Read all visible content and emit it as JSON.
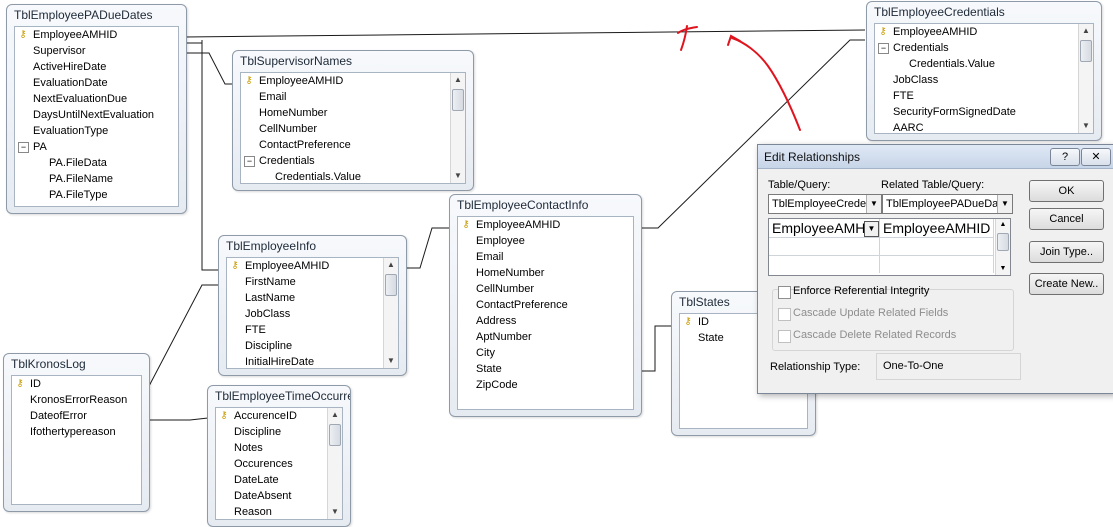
{
  "tables": [
    {
      "id": "pa",
      "title": "TblEmployeePADueDates",
      "fields": [
        {
          "name": "EmployeeAMHID",
          "key": true
        },
        {
          "name": "Supervisor"
        },
        {
          "name": "ActiveHireDate"
        },
        {
          "name": "EvaluationDate"
        },
        {
          "name": "NextEvaluationDue"
        },
        {
          "name": "DaysUntilNextEvaluation"
        },
        {
          "name": "EvaluationType"
        },
        {
          "name": "PA",
          "toggle": "−"
        },
        {
          "name": "PA.FileData",
          "level": 2
        },
        {
          "name": "PA.FileName",
          "level": 2
        },
        {
          "name": "PA.FileType",
          "level": 2
        }
      ]
    },
    {
      "id": "sup",
      "title": "TblSupervisorNames",
      "fields": [
        {
          "name": "EmployeeAMHID",
          "key": true
        },
        {
          "name": "Email"
        },
        {
          "name": "HomeNumber"
        },
        {
          "name": "CellNumber"
        },
        {
          "name": "ContactPreference"
        },
        {
          "name": "Credentials",
          "toggle": "−"
        },
        {
          "name": "Credentials.Value",
          "level": 2
        }
      ]
    },
    {
      "id": "cred",
      "title": "TblEmployeeCredentials",
      "fields": [
        {
          "name": "EmployeeAMHID",
          "key": true
        },
        {
          "name": "Credentials",
          "toggle": "−"
        },
        {
          "name": "Credentials.Value",
          "level": 2
        },
        {
          "name": "JobClass"
        },
        {
          "name": "FTE"
        },
        {
          "name": "SecurityFormSignedDate"
        },
        {
          "name": "AARC"
        }
      ]
    },
    {
      "id": "info",
      "title": "TblEmployeeInfo",
      "fields": [
        {
          "name": "EmployeeAMHID",
          "key": true
        },
        {
          "name": "FirstName"
        },
        {
          "name": "LastName"
        },
        {
          "name": "JobClass"
        },
        {
          "name": "FTE"
        },
        {
          "name": "Discipline"
        },
        {
          "name": "InitialHireDate"
        }
      ]
    },
    {
      "id": "contact",
      "title": "TblEmployeeContactInfo",
      "fields": [
        {
          "name": "EmployeeAMHID",
          "key": true
        },
        {
          "name": "Employee"
        },
        {
          "name": "Email"
        },
        {
          "name": "HomeNumber"
        },
        {
          "name": "CellNumber"
        },
        {
          "name": "ContactPreference"
        },
        {
          "name": "Address"
        },
        {
          "name": "AptNumber"
        },
        {
          "name": "City"
        },
        {
          "name": "State"
        },
        {
          "name": "ZipCode"
        }
      ]
    },
    {
      "id": "states",
      "title": "TblStates",
      "fields": [
        {
          "name": "ID",
          "key": true
        },
        {
          "name": "State"
        }
      ]
    },
    {
      "id": "kronos",
      "title": "TblKronosLog",
      "fields": [
        {
          "name": "ID",
          "key": true
        },
        {
          "name": "KronosErrorReason"
        },
        {
          "name": "DateofError"
        },
        {
          "name": "Ifothertypereason"
        }
      ]
    },
    {
      "id": "time",
      "title": "TblEmployeeTimeOccurrences",
      "fields": [
        {
          "name": "AccurenceID",
          "key": true
        },
        {
          "name": "Discipline"
        },
        {
          "name": "Notes"
        },
        {
          "name": "Occurences"
        },
        {
          "name": "DateLate"
        },
        {
          "name": "DateAbsent"
        },
        {
          "name": "Reason"
        }
      ]
    }
  ],
  "dialog": {
    "title": "Edit Relationships",
    "help_label": "?",
    "close_label": "✕",
    "table_query_label": "Table/Query:",
    "related_label": "Related Table/Query:",
    "table_query_value": "TblEmployeeCredentials",
    "related_value": "TblEmployeePADueDates",
    "field_left": "EmployeeAMHID",
    "field_right": "EmployeeAMHID",
    "ok_label": "OK",
    "cancel_label": "Cancel",
    "join_type_label": "Join Type..",
    "create_new_label": "Create New..",
    "enforce_label": "Enforce Referential Integrity",
    "cascade_update_label": "Cascade Update Related Fields",
    "cascade_delete_label": "Cascade Delete Related Records",
    "relationship_type_label": "Relationship Type:",
    "relationship_type_value": "One-To-One"
  },
  "colors": {
    "annotation": "#e0141e",
    "key_icon": "#c79a00"
  }
}
